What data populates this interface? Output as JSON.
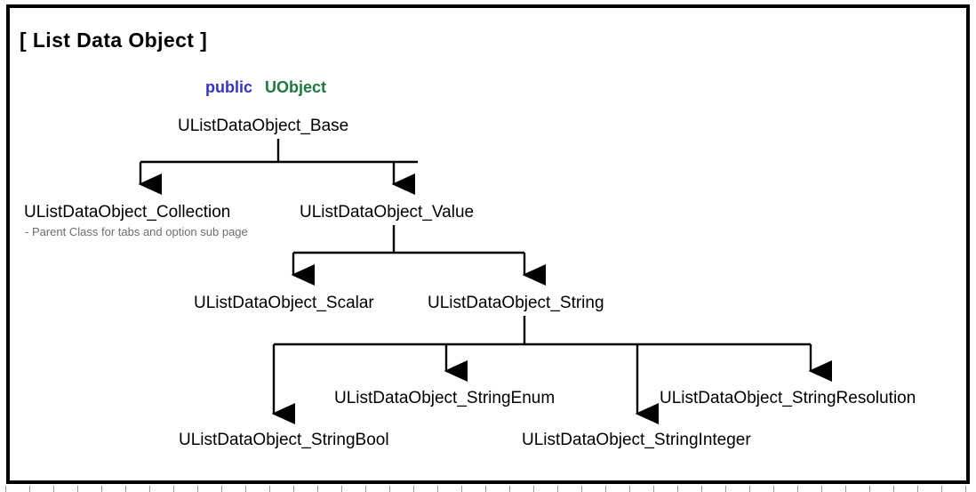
{
  "page": {
    "title": "[ List Data Object ]",
    "background_color": "#ffffff",
    "frame_color": "#000000",
    "line_color": "#000000"
  },
  "stereotype": {
    "visibility": "public",
    "base_type": "UObject",
    "visibility_color": "#3333cc",
    "base_type_color": "#1a7a3c"
  },
  "nodes": {
    "base": "UListDataObject_Base",
    "collection": "UListDataObject_Collection",
    "value": "UListDataObject_Value",
    "scalar": "UListDataObject_Scalar",
    "string": "UListDataObject_String",
    "string_enum": "UListDataObject_StringEnum",
    "string_resolution": "UListDataObject_StringResolution",
    "string_bool": "UListDataObject_StringBool",
    "string_integer": "UListDataObject_StringInteger"
  },
  "notes": {
    "collection": "- Parent Class for tabs and option sub page",
    "collection_color": "#6d6d6d"
  },
  "hierarchy": [
    {
      "parent": "UObject",
      "child": "UListDataObject_Base"
    },
    {
      "parent": "UListDataObject_Base",
      "child": "UListDataObject_Collection"
    },
    {
      "parent": "UListDataObject_Base",
      "child": "UListDataObject_Value"
    },
    {
      "parent": "UListDataObject_Value",
      "child": "UListDataObject_Scalar"
    },
    {
      "parent": "UListDataObject_Value",
      "child": "UListDataObject_String"
    },
    {
      "parent": "UListDataObject_String",
      "child": "UListDataObject_StringBool"
    },
    {
      "parent": "UListDataObject_String",
      "child": "UListDataObject_StringEnum"
    },
    {
      "parent": "UListDataObject_String",
      "child": "UListDataObject_StringInteger"
    },
    {
      "parent": "UListDataObject_String",
      "child": "UListDataObject_StringResolution"
    }
  ],
  "ruler": {
    "tick_count": 41,
    "tick_spacing": 27
  }
}
